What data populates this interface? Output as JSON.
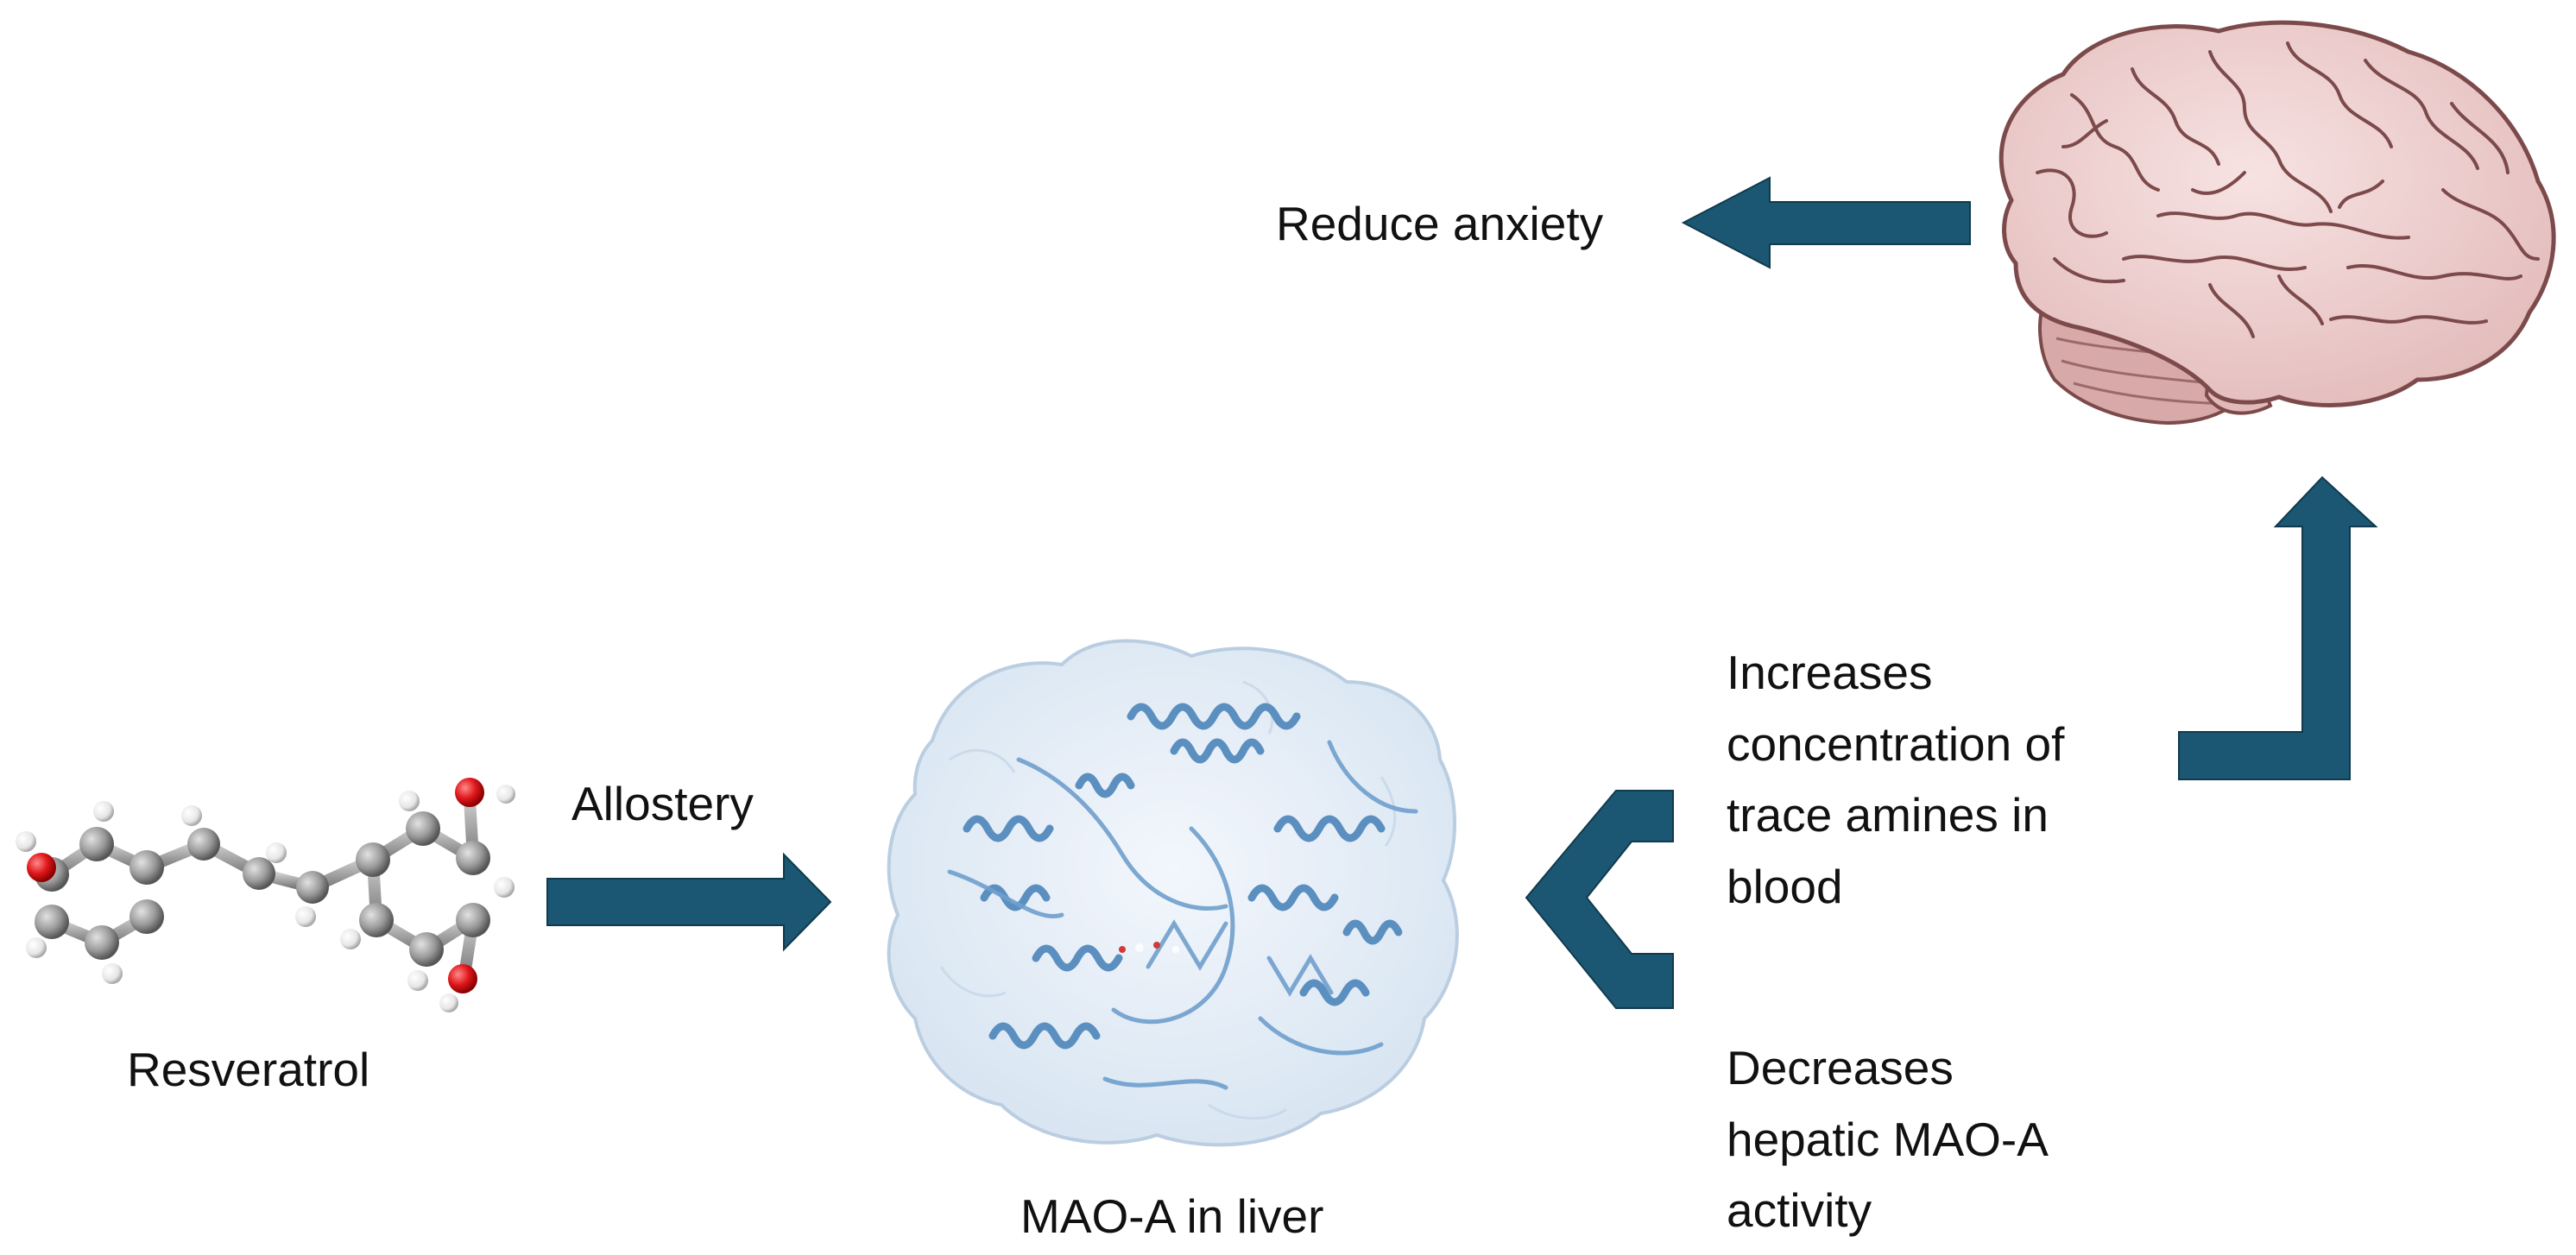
{
  "labels": {
    "reduce_anxiety": "Reduce anxiety",
    "allostery": "Allostery",
    "resveratrol": "Resveratrol",
    "mao_a_liver": "MAO-A in liver",
    "increases": [
      "Increases",
      "concentration of",
      "trace amines in",
      "blood"
    ],
    "decreases": [
      "Decreases",
      "hepatic MAO-A",
      "activity"
    ]
  },
  "colors": {
    "arrow": "#1b5773",
    "protein_ribbon": "#5b8fc0",
    "protein_surface": "#dfeaf5",
    "brain": "#f2d4d4",
    "brain_line": "#7c4a4a",
    "carbon": "#8e8e8e",
    "oxygen": "#e0181c",
    "hydrogen": "#ececec"
  },
  "icons": [
    "resveratrol-molecule-icon",
    "mao-a-protein-icon",
    "brain-icon"
  ]
}
